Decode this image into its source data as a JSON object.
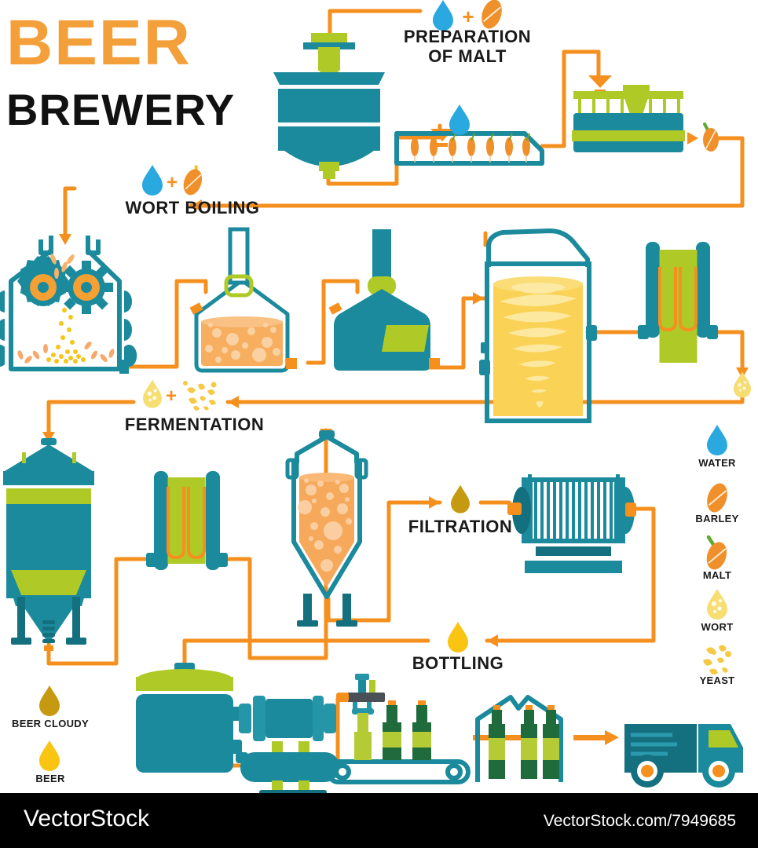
{
  "title": {
    "line1": "BEER",
    "line2": "BREWERY"
  },
  "colors": {
    "orange": "#F5901F",
    "title_orange": "#F4A03A",
    "teal": "#1B8A9C",
    "teal_dark": "#14707F",
    "green": "#AFC927",
    "water_blue": "#29A9E0",
    "barley_orange": "#F0902B",
    "wort_yellow": "#F6DE72",
    "beer_yellow": "#FAC412",
    "beer_cloudy": "#C69A10",
    "bottle_dark_green": "#1F6B3B",
    "bottle_light_green": "#B5CB36",
    "black": "#1a1a1a",
    "white": "#ffffff"
  },
  "stages": [
    {
      "id": "preparation-of-malt",
      "label": "PREPARATION\nOF MALT",
      "line1": "PREPARATION",
      "line2": "OF MALT",
      "inputs": [
        "water",
        "barley"
      ]
    },
    {
      "id": "wort-boiling",
      "label": "WORT BOILING",
      "inputs": [
        "water",
        "malt"
      ]
    },
    {
      "id": "fermentation",
      "label": "FERMENTATION",
      "inputs": [
        "wort",
        "yeast"
      ]
    },
    {
      "id": "filtration",
      "label": "FILTRATION",
      "inputs": [
        "beer-cloudy"
      ]
    },
    {
      "id": "bottling",
      "label": "BOTTLING",
      "inputs": [
        "beer"
      ]
    }
  ],
  "legend_right": [
    {
      "id": "water",
      "label": "WATER",
      "icon": "water-drop-icon",
      "color": "#29A9E0"
    },
    {
      "id": "barley",
      "label": "BARLEY",
      "icon": "barley-grain-icon",
      "color": "#F0902B"
    },
    {
      "id": "malt",
      "label": "MALT",
      "icon": "malt-sprout-icon",
      "color": "#F0902B"
    },
    {
      "id": "wort",
      "label": "WORT",
      "icon": "wort-drop-icon",
      "color": "#F6DE72"
    },
    {
      "id": "yeast",
      "label": "YEAST",
      "icon": "yeast-particles-icon",
      "color": "#F6C945"
    }
  ],
  "legend_left": [
    {
      "id": "beer-cloudy",
      "label": "BEER CLOUDY",
      "icon": "beer-cloudy-drop-icon",
      "color": "#C69A10"
    },
    {
      "id": "beer",
      "label": "BEER",
      "icon": "beer-drop-icon",
      "color": "#FAC412"
    }
  ],
  "equipment": [
    {
      "id": "steeping-tank",
      "name": "steeping-tank"
    },
    {
      "id": "germination-bed",
      "name": "germination-bed"
    },
    {
      "id": "kilning-vessel",
      "name": "kilning-vessel"
    },
    {
      "id": "mill-grinder",
      "name": "mill-grinder"
    },
    {
      "id": "mash-tun",
      "name": "mash-tun"
    },
    {
      "id": "lauter-tun",
      "name": "lauter-tun"
    },
    {
      "id": "whirlpool-tank",
      "name": "whirlpool-tank"
    },
    {
      "id": "heat-exchanger-1",
      "name": "heat-exchanger"
    },
    {
      "id": "fermentation-tank",
      "name": "fermentation-tank"
    },
    {
      "id": "heat-exchanger-2",
      "name": "heat-exchanger"
    },
    {
      "id": "maturation-tank",
      "name": "maturation-tank"
    },
    {
      "id": "filter-press",
      "name": "filter-press"
    },
    {
      "id": "bright-beer-tank",
      "name": "bright-beer-tank"
    },
    {
      "id": "pump-unit",
      "name": "pump-unit"
    },
    {
      "id": "filling-machine",
      "name": "filling-machine"
    },
    {
      "id": "conveyor-belt",
      "name": "conveyor-belt"
    },
    {
      "id": "bottle-crate",
      "name": "bottle-crate"
    },
    {
      "id": "delivery-truck",
      "name": "delivery-truck"
    }
  ],
  "footer": {
    "brand": "VectorStock",
    "url": "VectorStock.com/7949685"
  }
}
